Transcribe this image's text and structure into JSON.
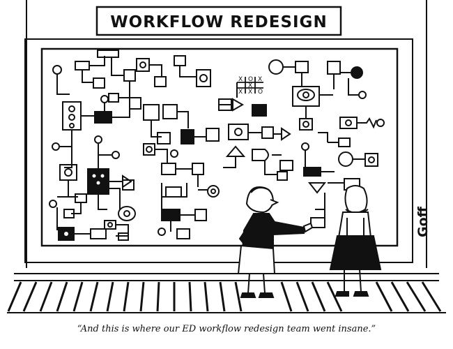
{
  "sign": {
    "title": "WORKFLOW REDESIGN"
  },
  "signature": "Goff",
  "caption": "“And this is where our ED workflow redesign team went insane.”",
  "colors": {
    "ink": "#111111",
    "paper": "#ffffff"
  },
  "board": {
    "tic_tac_toe": [
      "X",
      "O",
      "X",
      "X",
      "X",
      "X",
      "O"
    ]
  }
}
